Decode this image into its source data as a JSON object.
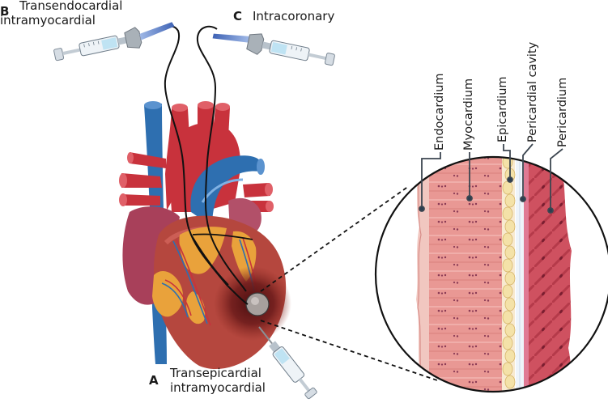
{
  "labels": {
    "b_letter": "B",
    "b_line1": "Transendocardial",
    "b_line2": "intramyocardial",
    "c_letter": "C",
    "c_text": "Intracoronary",
    "a_letter": "A",
    "a_line1": "Transepicardial",
    "a_line2": "intramyocardial"
  },
  "layers": [
    "Endocardium",
    "Myocardium",
    "Epicardium",
    "Pericardial cavity",
    "Pericardium"
  ],
  "colors": {
    "artery_red": "#c8323c",
    "vein_blue": "#2e6fb0",
    "heart_muscle": "#b5473e",
    "fat_yellow": "#e9a23b",
    "infarct": "#5a1414",
    "myocardium_pink": "#e58e8c",
    "epicardium_cells": "#f4e2a8",
    "pericardium": "#c84a55"
  }
}
